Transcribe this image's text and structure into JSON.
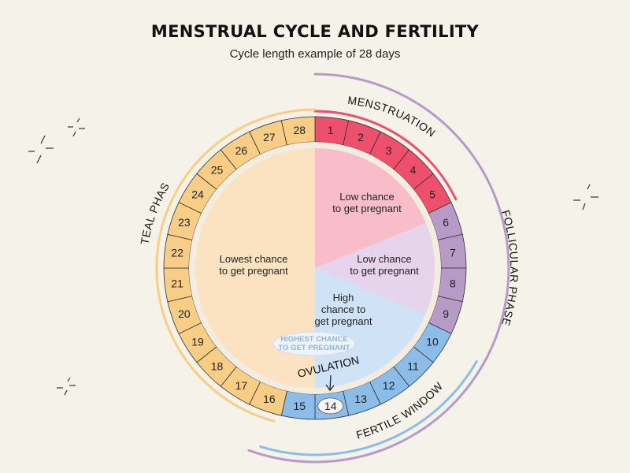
{
  "title": "MENSTRUAL CYCLE AND FERTILITY",
  "subtitle": "Cycle length example of 28 days",
  "colors": {
    "background": "#f5f2ea",
    "menstruation": "#ee4f6c",
    "follicular": "#b79bc6",
    "fertile": "#8cbde8",
    "luteal": "#f8cd86",
    "menstruation_inner": "#f9bcc9",
    "follicular_inner": "#e6d3ec",
    "fertile_inner": "#cfe2f6",
    "luteal_inner": "#fbe2c0",
    "ring_gap": "#f2ece1"
  },
  "days": [
    "1",
    "2",
    "3",
    "4",
    "5",
    "6",
    "7",
    "8",
    "9",
    "10",
    "11",
    "12",
    "13",
    "14",
    "15",
    "16",
    "17",
    "18",
    "19",
    "20",
    "21",
    "22",
    "23",
    "24",
    "25",
    "26",
    "27",
    "28"
  ],
  "ovulation_day_index": 13,
  "phases": {
    "menstruation": "MENSTRUATION",
    "follicular": "FOLLICULAR PHASE",
    "luteal": "LUTEAL PHASE",
    "fertile_window": "FERTILE WINDOW",
    "ovulation": "OVULATION"
  },
  "inner": {
    "menstruation_lines": [
      "Low chance",
      "to get pregnant"
    ],
    "follicular_lines": [
      "Low chance",
      "to get pregnant"
    ],
    "fertile_lines": [
      "High",
      "chance to",
      "get pregnant"
    ],
    "luteal_lines": [
      "Lowest chance",
      "to get pregnant"
    ],
    "highest_lines": [
      "HIGHEST CHANCE",
      "TO GET PREGNANT"
    ]
  }
}
